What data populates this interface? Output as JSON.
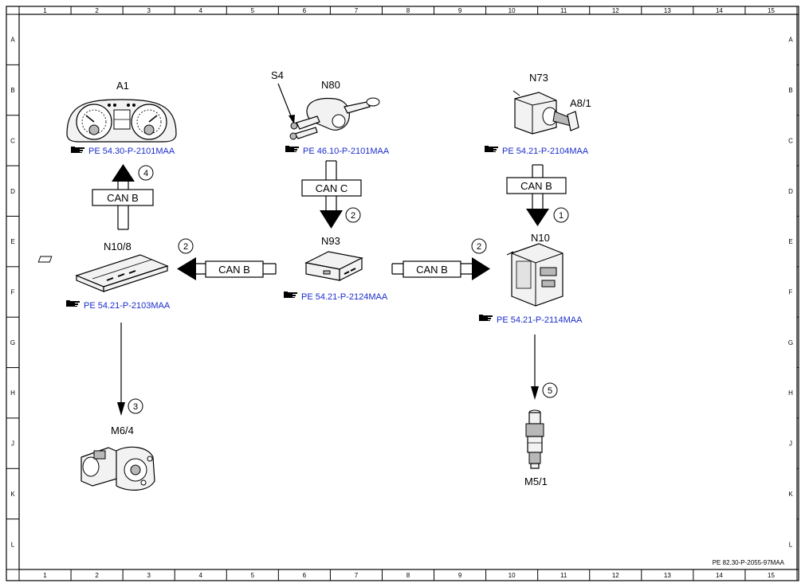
{
  "frame": {
    "columns": [
      "1",
      "2",
      "3",
      "4",
      "5",
      "6",
      "7",
      "8",
      "9",
      "10",
      "11",
      "12",
      "13",
      "14",
      "15"
    ],
    "rows": [
      "A",
      "B",
      "C",
      "D",
      "E",
      "F",
      "G",
      "H",
      "J",
      "K",
      "L"
    ]
  },
  "components": {
    "a1": {
      "label": "A1",
      "ref": "PE 54.30-P-2101MAA"
    },
    "n80": {
      "label": "N80",
      "sub_label": "S4",
      "ref": "PE 46.10-P-2101MAA"
    },
    "n73": {
      "label": "N73",
      "sub_label": "A8/1",
      "ref": "PE 54.21-P-2104MAA"
    },
    "n10_8": {
      "label": "N10/8",
      "ref": "PE 54.21-P-2103MAA"
    },
    "n93": {
      "label": "N93",
      "ref": "PE 54.21-P-2124MAA"
    },
    "n10": {
      "label": "N10",
      "ref": "PE 54.21-P-2114MAA"
    },
    "m6_4": {
      "label": "M6/4"
    },
    "m5_1": {
      "label": "M5/1"
    }
  },
  "buses": {
    "a1_link": "CAN B",
    "n80_link": "CAN C",
    "n73_link": "CAN B",
    "left_link": "CAN B",
    "right_link": "CAN B"
  },
  "steps": {
    "a1": "4",
    "n80": "2",
    "n73": "1",
    "left": "2",
    "right": "2",
    "m6_4": "3",
    "m5_1": "5"
  },
  "footer": "PE 82.30-P-2055-97MAA",
  "icons": {
    "reference": "hand-pointer-icon"
  },
  "colors": {
    "reference_text": "#1a2ccc"
  }
}
